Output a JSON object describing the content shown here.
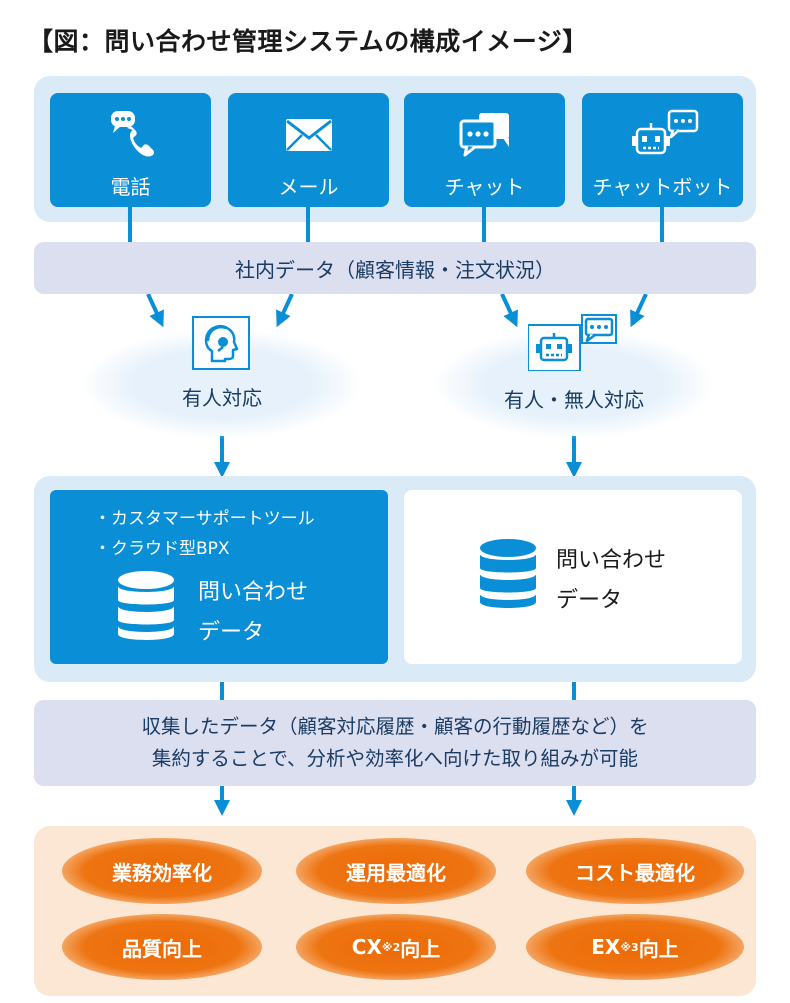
{
  "title": "【図：問い合わせ管理システムの構成イメージ】",
  "channels": [
    {
      "label": "電話",
      "icon": "phone-chat-icon"
    },
    {
      "label": "メール",
      "icon": "envelope-icon"
    },
    {
      "label": "チャット",
      "icon": "chat-bubbles-icon"
    },
    {
      "label": "チャットボット",
      "icon": "robot-chat-icon"
    }
  ],
  "internal_data_band": "社内データ（顧客情報・注文状況）",
  "nodes": {
    "human": {
      "label": "有人対応",
      "icon": "headset-operator-icon"
    },
    "hybrid": {
      "label": "有人・無人対応",
      "icon": "robot-chat-icon"
    }
  },
  "left_box": {
    "bullets": [
      "・カスタマーサポートツール",
      "・クラウド型BPX"
    ],
    "db_line1": "問い合わせ",
    "db_line2": "データ"
  },
  "right_box": {
    "db_line1": "問い合わせ",
    "db_line2": "データ"
  },
  "summary_band": {
    "line1": "収集したデータ（顧客対応履歴・顧客の行動履歴など）を",
    "line2": "集約することで、分析や効率化へ向けた取り組みが可能"
  },
  "outcomes": [
    {
      "text": "業務効率化"
    },
    {
      "text": "運用最適化"
    },
    {
      "text": "コスト最適化"
    },
    {
      "text": "品質向上"
    },
    {
      "pre": "CX",
      "sup": "※2",
      "post": "向上"
    },
    {
      "pre": "EX",
      "sup": "※3",
      "post": "向上"
    }
  ],
  "colors": {
    "blue": "#0a8fd6",
    "light_blue": "#dbeaf7",
    "band": "#dcdff0",
    "orange": "#ec6a06",
    "peach": "#fbe7d3"
  }
}
